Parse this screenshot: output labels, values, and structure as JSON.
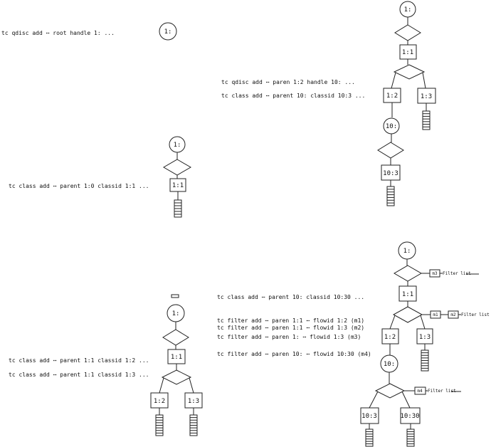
{
  "commands": {
    "root_qdisc": "tc qdisc add ⋯ root handle 1: ...",
    "class_1_1": "tc class add ⋯ parent 1:0 classid 1:1 ...",
    "qdisc_10": "tc qdisc add ⋯ paren 1:2 handle 10: ...",
    "class_10_3": "tc class add ⋯ parent 10: classid 10:3 ...",
    "class_1_2": "tc class add ⋯ parent 1:1 classid 1:2 ...",
    "class_1_3": "tc class add ⋯ parent 1:1 classid 1:3 ...",
    "class_10_30": "tc class add ⋯ parent 10: classid 10:30 ...",
    "filter_m1": "tc filter add ⋯ paren 1:1 ⋯ flowid 1:2 (m1)",
    "filter_m2": "tc filter add ⋯ paren 1:1 ⋯ flowid 1:3 (m2)",
    "filter_m3": "tc filter add ⋯ paren 1: ⋯ flowid 1:3 (m3)",
    "filter_m4": "tc filter add ⋯ paren 10: ⋯ flowid 10:30 (m4)"
  },
  "nodes": {
    "root": "1:",
    "class_1_1": "1:1",
    "class_1_2": "1:2",
    "class_1_3": "1:3",
    "qdisc_10": "10:",
    "class_10_3": "10:3",
    "class_10_30": "10:30"
  },
  "filters": {
    "m1": "m1",
    "m2": "m2",
    "m3": "m3",
    "m4": "m4",
    "filter_list": "Filter list"
  }
}
